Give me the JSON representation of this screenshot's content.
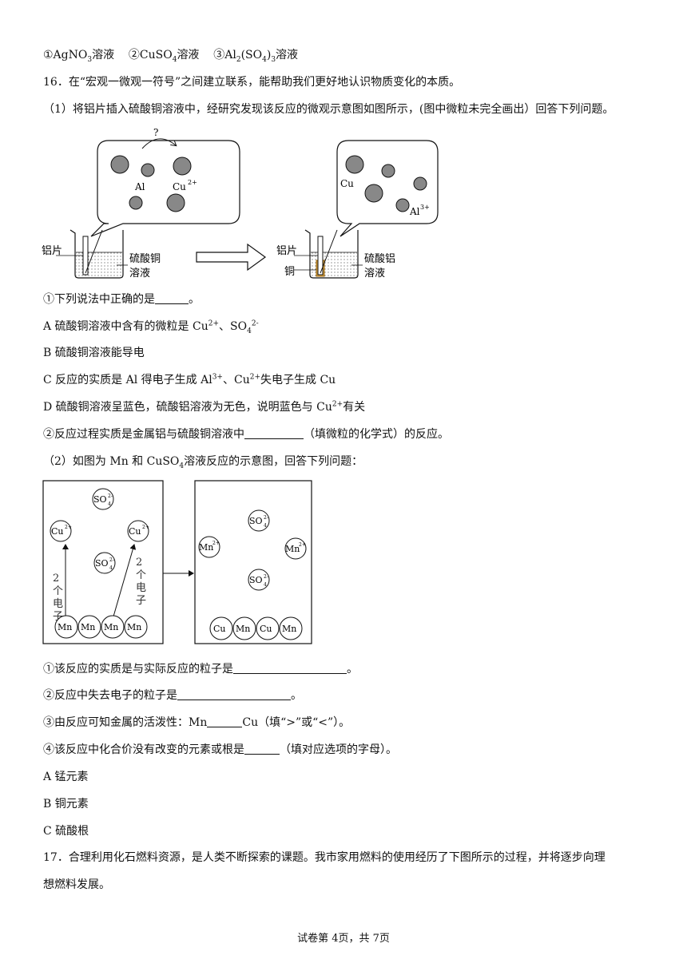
{
  "top_line": {
    "i1": "①AgNO",
    "i1_sub": "3",
    "i1_tail": "溶液",
    "i2": "②CuSO",
    "i2_sub": "4",
    "i2_tail": "溶液",
    "i3": "③Al",
    "i3_sub1": "2",
    "i3_mid": "(SO",
    "i3_sub2": "4",
    "i3_close": ")",
    "i3_sub3": "3",
    "i3_tail": "溶液"
  },
  "q16": {
    "stem": "16．在“宏观一微观一符号”之间建立联系，能帮助我们更好地认识物质变化的本质。",
    "part1": "（1）将铝片插入硫酸铜溶液中，经研究发现该反应的微观示意图如图所示，(图中微粒未完全画出）回答下列问题。",
    "fig1": {
      "question_mark": "?",
      "left_labels": {
        "al": "Al",
        "cu": "Cu",
        "cu_charge": "2+",
        "plate": "铝片",
        "sol1": "硫酸铜",
        "sol2": "溶液"
      },
      "right_labels": {
        "cu": "Cu",
        "al": "Al",
        "al_charge": "3+",
        "plate": "铝片",
        "copper": "铜",
        "sol1": "硫酸铝",
        "sol2": "溶液"
      }
    },
    "q1": "①下列说法中正确的是",
    "q1_end": "。",
    "optA_a": "A  硫酸铜溶液中含有的微粒是 Cu",
    "optA_sup1": "2+",
    "optA_b": "、SO",
    "optA_sub": "4",
    "optA_sup2": "2-",
    "optB": "B  硫酸铜溶液能导电",
    "optC_a": "C  反应的实质是 Al 得电子生成 Al",
    "optC_sup1": "3+",
    "optC_b": "、Cu",
    "optC_sup2": "2+",
    "optC_c": "失电子生成 Cu",
    "optD_a": "D  硫酸铜溶液呈蓝色，硫酸铝溶液为无色，说明蓝色与 Cu",
    "optD_sup": "2+",
    "optD_b": "有关",
    "q2_a": "②反应过程实质是金属铝与硫酸铜溶液中",
    "q2_b": "（填微粒的化学式）的反应。",
    "part2_a": "（2）如图为 Mn 和 CuSO",
    "part2_sub": "4",
    "part2_b": "溶液反应的示意图，回答下列问题：",
    "fig2": {
      "so4": "SO",
      "so4_sub": "4",
      "so4_sup": "2-",
      "cu": "Cu",
      "cu_sup": "2+",
      "mn": "Mn",
      "mn_sup": "2+",
      "electron_label": [
        "2",
        "个",
        "电",
        "子"
      ],
      "bottom_left": [
        "Mn",
        "Mn",
        "Mn",
        "Mn"
      ],
      "bottom_right": [
        "Cu",
        "Mn",
        "Cu",
        "Mn"
      ]
    },
    "s1_a": "①该反应的实质是与实际反应的粒子是",
    "s1_b": "。",
    "s2_a": "②反应中失去电子的粒子是",
    "s2_b": "。",
    "s3_a": "③由反应可知金属的活泼性：Mn",
    "s3_b": "Cu（填“>”或“<”）。",
    "s4_a": "④该反应中化合价没有改变的元素或根是",
    "s4_b": "（填对应选项的字母）。",
    "optA2": "A  锰元素",
    "optB2": "B  铜元素",
    "optC2": "C  硫酸根"
  },
  "q17": {
    "line1": "17．合理利用化石燃料资源，是人类不断探索的课题。我市家用燃料的使用经历了下图所示的过程，并将逐步向理",
    "line2": "想燃料发展。"
  },
  "footer": "试卷第 4页，共 7页"
}
